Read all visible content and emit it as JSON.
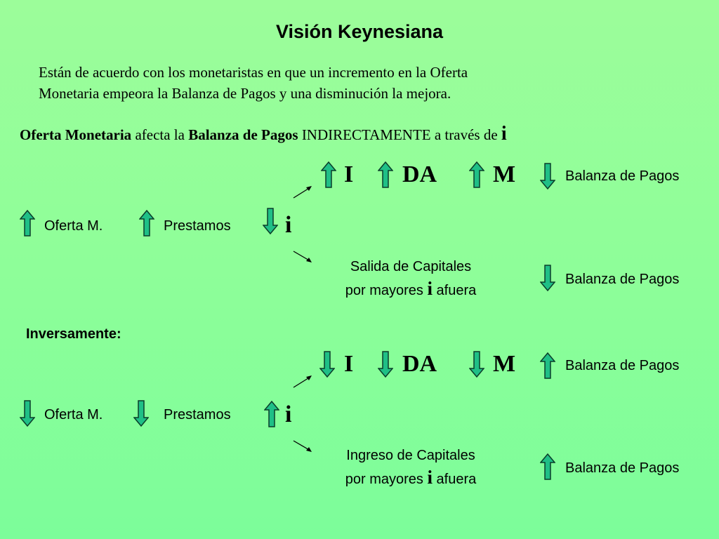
{
  "title": "Visión Keynesiana",
  "intro_line1": "Están de acuerdo con los monetaristas en que un incremento en la Oferta",
  "intro_line2": "Monetaria empeora la Balanza de Pagos y una disminución la mejora.",
  "thesis": {
    "part1": "Oferta Monetaria",
    "part2": " afecta la ",
    "part3": "Balanza de Pagos",
    "part4": "  INDIRECTAMENTE a través de ",
    "part5": "i"
  },
  "colors": {
    "arrow_fill": "#1fbf86",
    "arrow_stroke": "#0a3d2a",
    "background": "#8efe99"
  },
  "top": {
    "i_label": "I",
    "da_label": "DA",
    "m_label": "M",
    "bp_label": "Balanza de Pagos",
    "oferta_label": "Oferta M.",
    "prestamos_label": "Prestamos",
    "rate_label": "i",
    "capital_line1": "Salida de Capitales",
    "capital_line2a": "por mayores ",
    "capital_line2_i": "i",
    "capital_line2b": " afuera",
    "bp2_label": "Balanza de Pagos"
  },
  "inversamente_label": "Inversamente:",
  "bottom": {
    "i_label": "I",
    "da_label": "DA",
    "m_label": "M",
    "bp_label": "Balanza de Pagos",
    "oferta_label": "Oferta M.",
    "prestamos_label": "Prestamos",
    "rate_label": "i",
    "capital_line1": "Ingreso de Capitales",
    "capital_line2a": "por mayores ",
    "capital_line2_i": "i",
    "capital_line2b": " afuera",
    "bp2_label": "Balanza de Pagos"
  },
  "icons": {
    "up": "up-arrow-icon",
    "down": "down-arrow-icon",
    "pointer": "pointer-arrow-icon"
  }
}
